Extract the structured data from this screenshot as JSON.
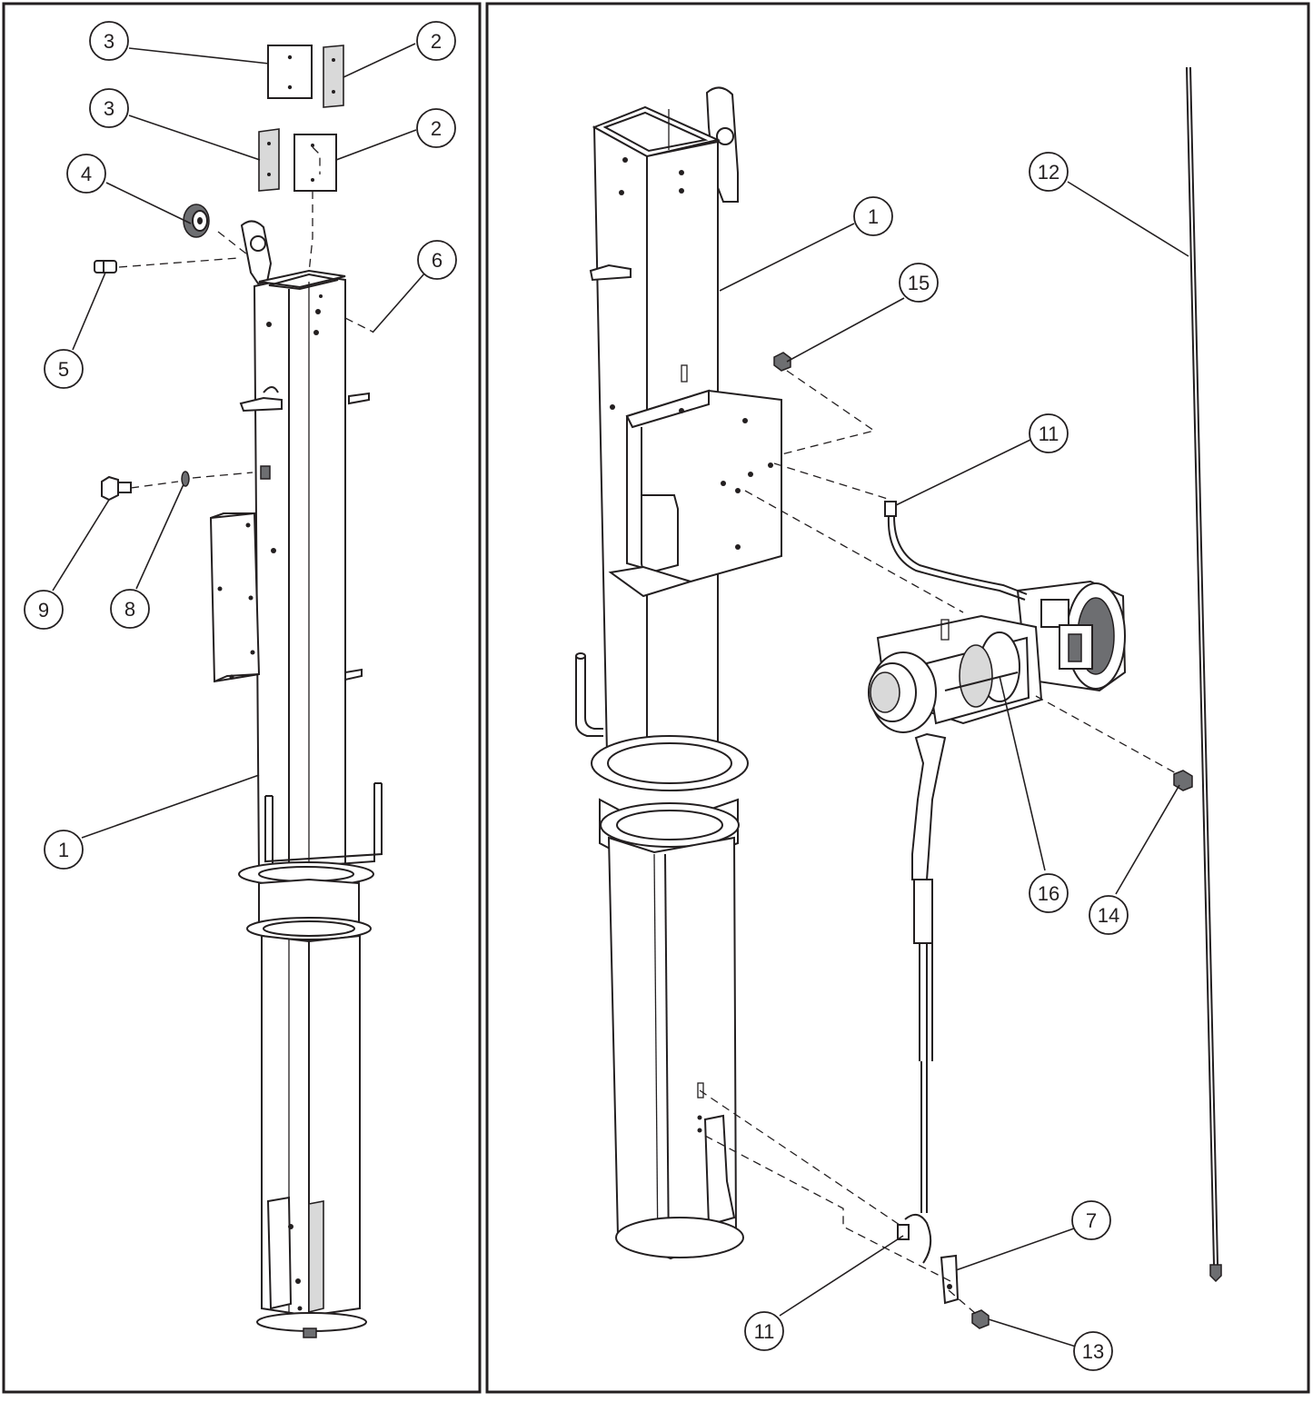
{
  "callouts": {
    "left": [
      "3",
      "2",
      "3",
      "2",
      "4",
      "6",
      "5",
      "9",
      "8",
      "1"
    ],
    "right": [
      "1",
      "12",
      "15",
      "11",
      "16",
      "14",
      "7",
      "11",
      "13"
    ]
  }
}
